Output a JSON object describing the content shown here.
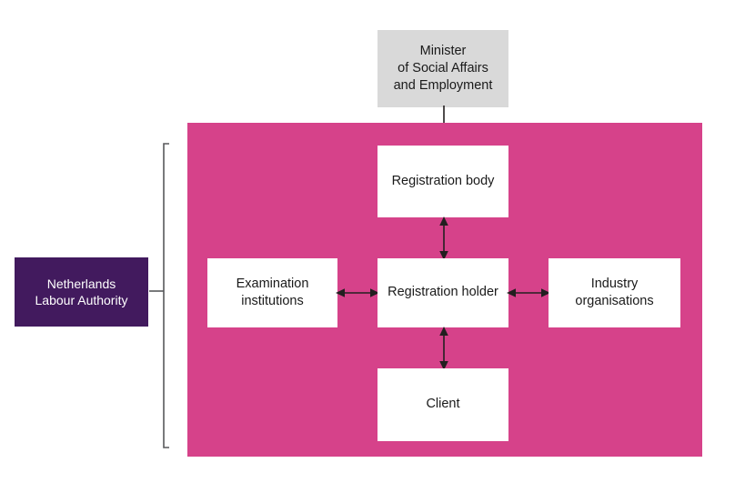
{
  "diagram": {
    "title_text": "",
    "colors": {
      "field_pink": "#d6428a",
      "authority_purple": "#421a5e",
      "minister_grey": "#d9d9d9",
      "box_white": "#ffffff",
      "text_dark": "#1a1a1a",
      "text_light": "#ffffff",
      "connector_dark": "#231f20"
    },
    "nodes": {
      "minister": "Minister\nof Social Affairs\nand Employment",
      "labour_authority": "Netherlands\nLabour Authority",
      "registration_body": "Registration body",
      "registration_holder": "Registration holder",
      "examination_institutions": "Examination\ninstitutions",
      "industry_organisations": "Industry\norganisations",
      "client": "Client"
    },
    "connectors": {
      "minister_to_registration_body": "single-arrow-down",
      "registration_body_to_holder": "double-arrow-vertical",
      "holder_to_client": "double-arrow-vertical",
      "examination_to_holder": "double-arrow-horizontal",
      "holder_to_industry": "double-arrow-horizontal",
      "authority_scope_bracket": "bracket-spanning-field"
    }
  }
}
